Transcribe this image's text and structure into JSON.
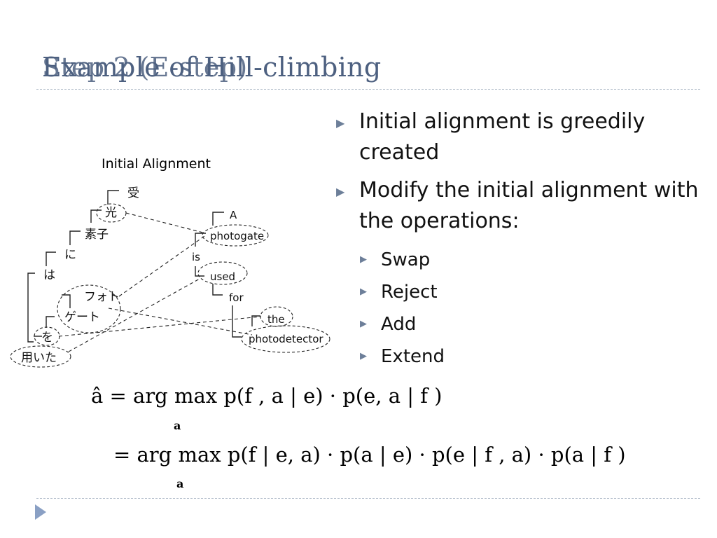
{
  "title": {
    "layer_a": "Example of Hill-climbing",
    "layer_b": "Step 2 (E-step)"
  },
  "bullets": [
    {
      "text": "Initial alignment is greedily created"
    },
    {
      "text": "Modify the initial alignment with the operations:"
    }
  ],
  "operations": [
    "Swap",
    "Reject",
    "Add",
    "Extend"
  ],
  "diagram": {
    "caption": "Initial Alignment",
    "japanese_tokens": [
      "受",
      "光",
      "素子",
      "に",
      "は",
      "フォト",
      "ゲート",
      "を",
      "用いた"
    ],
    "english_tokens": [
      "A",
      "photogate",
      "is",
      "used",
      "for",
      "the",
      "photodetector"
    ]
  },
  "formula": {
    "line1": "â = arg max p(f , a | e) · p(e, a | f )",
    "line2": "= arg max p(f | e, a) · p(a | e) · p(e | f , a) · p(a | f )",
    "sub1": "a",
    "sub2": "a"
  },
  "colors": {
    "title": "#4d6080",
    "bullet_arrow": "#6d7f99",
    "separator": "#b4bfcc",
    "nav_arrow": "#8aa0c4"
  },
  "icons": {
    "bullet": "triangle-right-icon",
    "nav": "next-slide-arrow-icon"
  }
}
